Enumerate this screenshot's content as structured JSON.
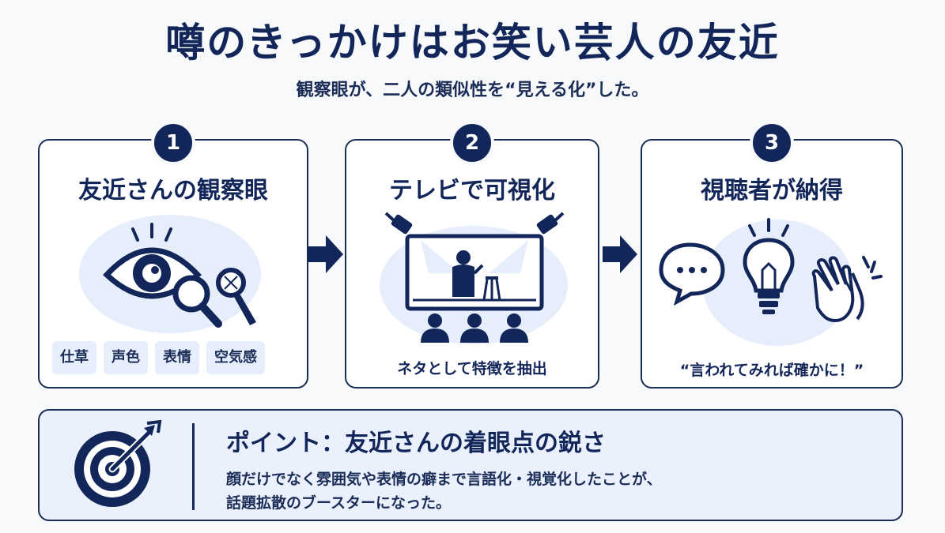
{
  "title": "噂のきっかけはお笑い芸人の友近",
  "subtitle": "観察眼が、二人の類似性を“見える化”した。",
  "steps": [
    {
      "number": "1",
      "title": "友近さんの観察眼",
      "tags": [
        "仕草",
        "声色",
        "表情",
        "空気感"
      ],
      "icons": [
        "eye-icon",
        "magnifier-icon",
        "microphone-icon"
      ]
    },
    {
      "number": "2",
      "title": "テレビで可視化",
      "caption": "ネタとして特徴を抽出",
      "icons": [
        "spotlight-icon",
        "tv-stage-icon",
        "audience-icon"
      ]
    },
    {
      "number": "3",
      "title": "視聴者が納得",
      "caption": "“言われてみれば確かに！”",
      "icons": [
        "speech-bubble-icon",
        "lightbulb-icon",
        "clapping-hands-icon"
      ]
    }
  ],
  "point": {
    "heading": "ポイント：友近さんの着眼点の鋭さ",
    "body_line1": "顔だけでなく雰囲気や表情の癖まで言語化・視覚化したことが、",
    "body_line2": "話題拡散のブースターになった。",
    "icon": "target-icon"
  },
  "colors": {
    "navy": "#13265a",
    "light_blue": "#e6eefb",
    "panel": "#eaf1fc"
  }
}
